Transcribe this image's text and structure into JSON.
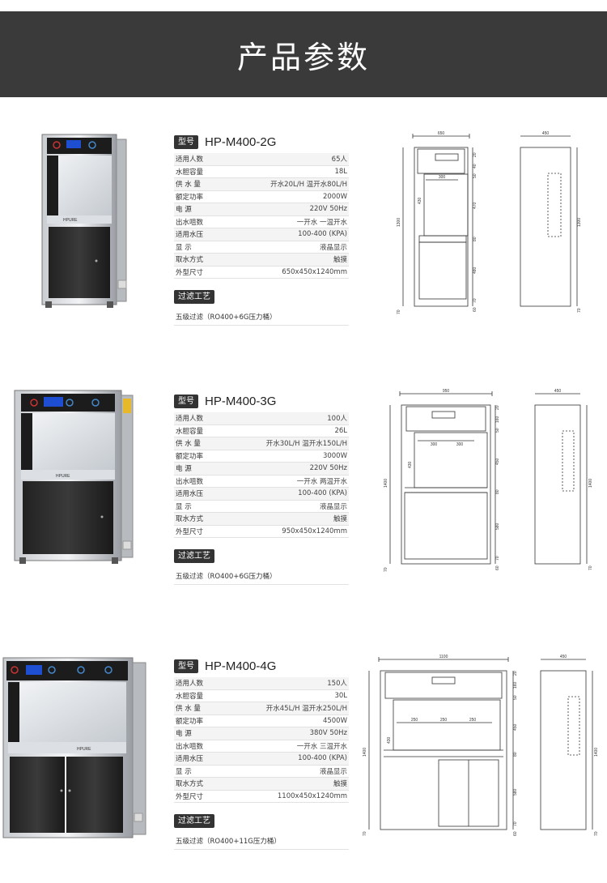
{
  "header": {
    "title": "产品参数"
  },
  "products": [
    {
      "model": "HP-M400-2G",
      "model_tag": "型号",
      "specs": [
        {
          "k": "适用人数",
          "v": "65人"
        },
        {
          "k": "水胆容量",
          "v": "18L"
        },
        {
          "k": "供 水 量",
          "v": "开水20L/H 温开水80L/H"
        },
        {
          "k": "额定功率",
          "v": "2000W"
        },
        {
          "k": "电      源",
          "v": "220V 50Hz"
        },
        {
          "k": "出水咀数",
          "v": "一开水 一温开水"
        },
        {
          "k": "适用水压",
          "v": "100-400 (KPA)"
        },
        {
          "k": "显      示",
          "v": "液晶显示"
        },
        {
          "k": "取水方式",
          "v": "触摸"
        },
        {
          "k": "外型尺寸",
          "v": "650x450x1240mm"
        }
      ],
      "filter_tag": "过滤工艺",
      "filter_text": "五级过滤（RO400+6G压力桶）",
      "brand": "HPURE",
      "dims": {
        "width": "650",
        "depth": "450",
        "height": "1300",
        "spacing": [
          "300"
        ],
        "side": [
          "20",
          "40",
          "50",
          "470",
          "80",
          "480",
          "70",
          "60"
        ],
        "left": "430",
        "foot": "70"
      }
    },
    {
      "model": "HP-M400-3G",
      "model_tag": "型号",
      "specs": [
        {
          "k": "适用人数",
          "v": "100人"
        },
        {
          "k": "水胆容量",
          "v": "26L"
        },
        {
          "k": "供 水 量",
          "v": "开水30L/H 温开水150L/H"
        },
        {
          "k": "额定功率",
          "v": "3000W"
        },
        {
          "k": "电      源",
          "v": "220V 50Hz"
        },
        {
          "k": "出水咀数",
          "v": "一开水 两温开水"
        },
        {
          "k": "适用水压",
          "v": "100-400 (KPA)"
        },
        {
          "k": "显      示",
          "v": "液晶显示"
        },
        {
          "k": "取水方式",
          "v": "触摸"
        },
        {
          "k": "外型尺寸",
          "v": "950x450x1240mm"
        }
      ],
      "filter_tag": "过滤工艺",
      "filter_text": "五级过滤（RO400+6G压力桶）",
      "brand": "HPURE",
      "dims": {
        "width": "950",
        "depth": "450",
        "height": "1400",
        "spacing": [
          "300",
          "300"
        ],
        "side": [
          "20",
          "160",
          "50",
          "450",
          "80",
          "580",
          "70",
          "60"
        ],
        "left": "430",
        "foot": "70"
      }
    },
    {
      "model": "HP-M400-4G",
      "model_tag": "型号",
      "specs": [
        {
          "k": "适用人数",
          "v": "150人"
        },
        {
          "k": "水胆容量",
          "v": "30L"
        },
        {
          "k": "供 水 量",
          "v": "开水45L/H 温开水250L/H"
        },
        {
          "k": "额定功率",
          "v": "4500W"
        },
        {
          "k": "电      源",
          "v": "380V 50Hz"
        },
        {
          "k": "出水咀数",
          "v": "一开水 三温开水"
        },
        {
          "k": "适用水压",
          "v": "100-400 (KPA)"
        },
        {
          "k": "显      示",
          "v": "液晶显示"
        },
        {
          "k": "取水方式",
          "v": "触摸"
        },
        {
          "k": "外型尺寸",
          "v": "1100x450x1240mm"
        }
      ],
      "filter_tag": "过滤工艺",
      "filter_text": "五级过滤（RO400+11G压力桶）",
      "brand": "HPURE",
      "dims": {
        "width": "1100",
        "depth": "450",
        "height": "1400",
        "spacing": [
          "250",
          "250",
          "250"
        ],
        "side": [
          "20",
          "160",
          "50",
          "450",
          "80",
          "580",
          "70",
          "60"
        ],
        "left": "430",
        "foot": "70"
      }
    }
  ]
}
